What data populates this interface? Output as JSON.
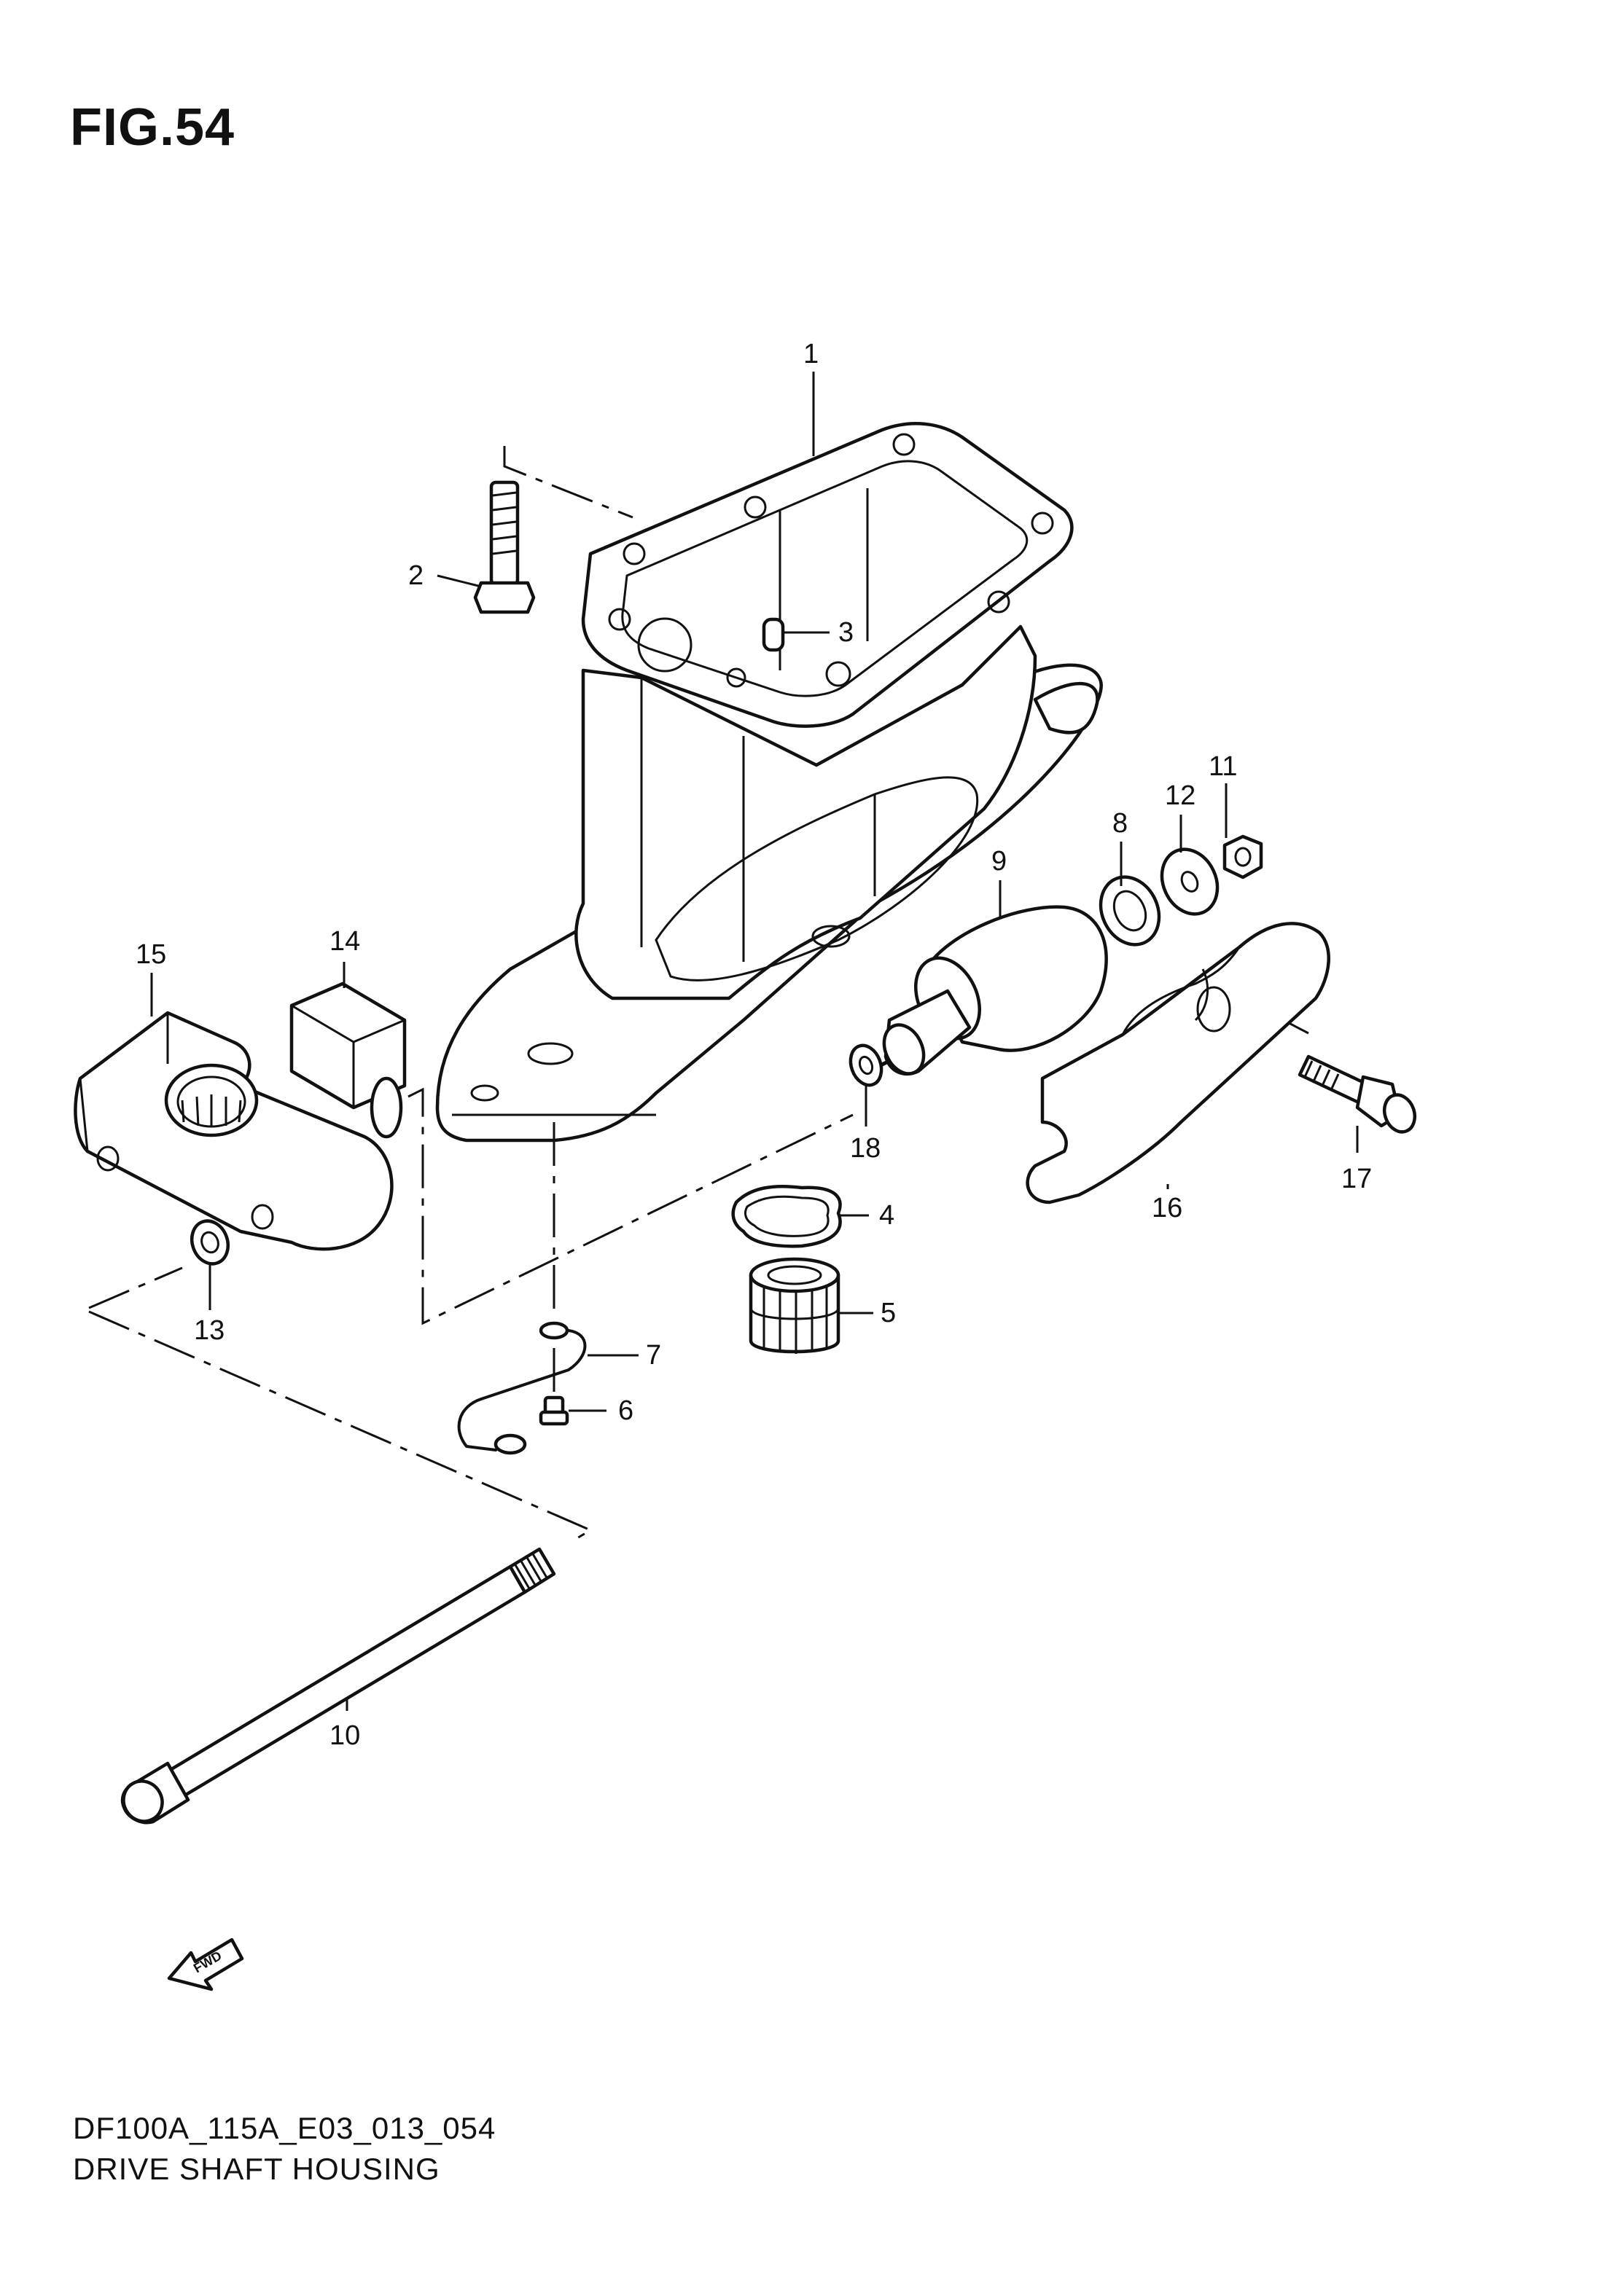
{
  "figure": {
    "title": "FIG.54",
    "code": "DF100A_115A_E03_013_054",
    "name": "DRIVE SHAFT HOUSING",
    "fwd_label": "FWD"
  },
  "callouts": [
    "1",
    "2",
    "3",
    "4",
    "5",
    "6",
    "7",
    "8",
    "9",
    "10",
    "11",
    "12",
    "13",
    "14",
    "15",
    "16",
    "17",
    "18"
  ],
  "colors": {
    "ink": "#111111",
    "paper": "#ffffff"
  }
}
